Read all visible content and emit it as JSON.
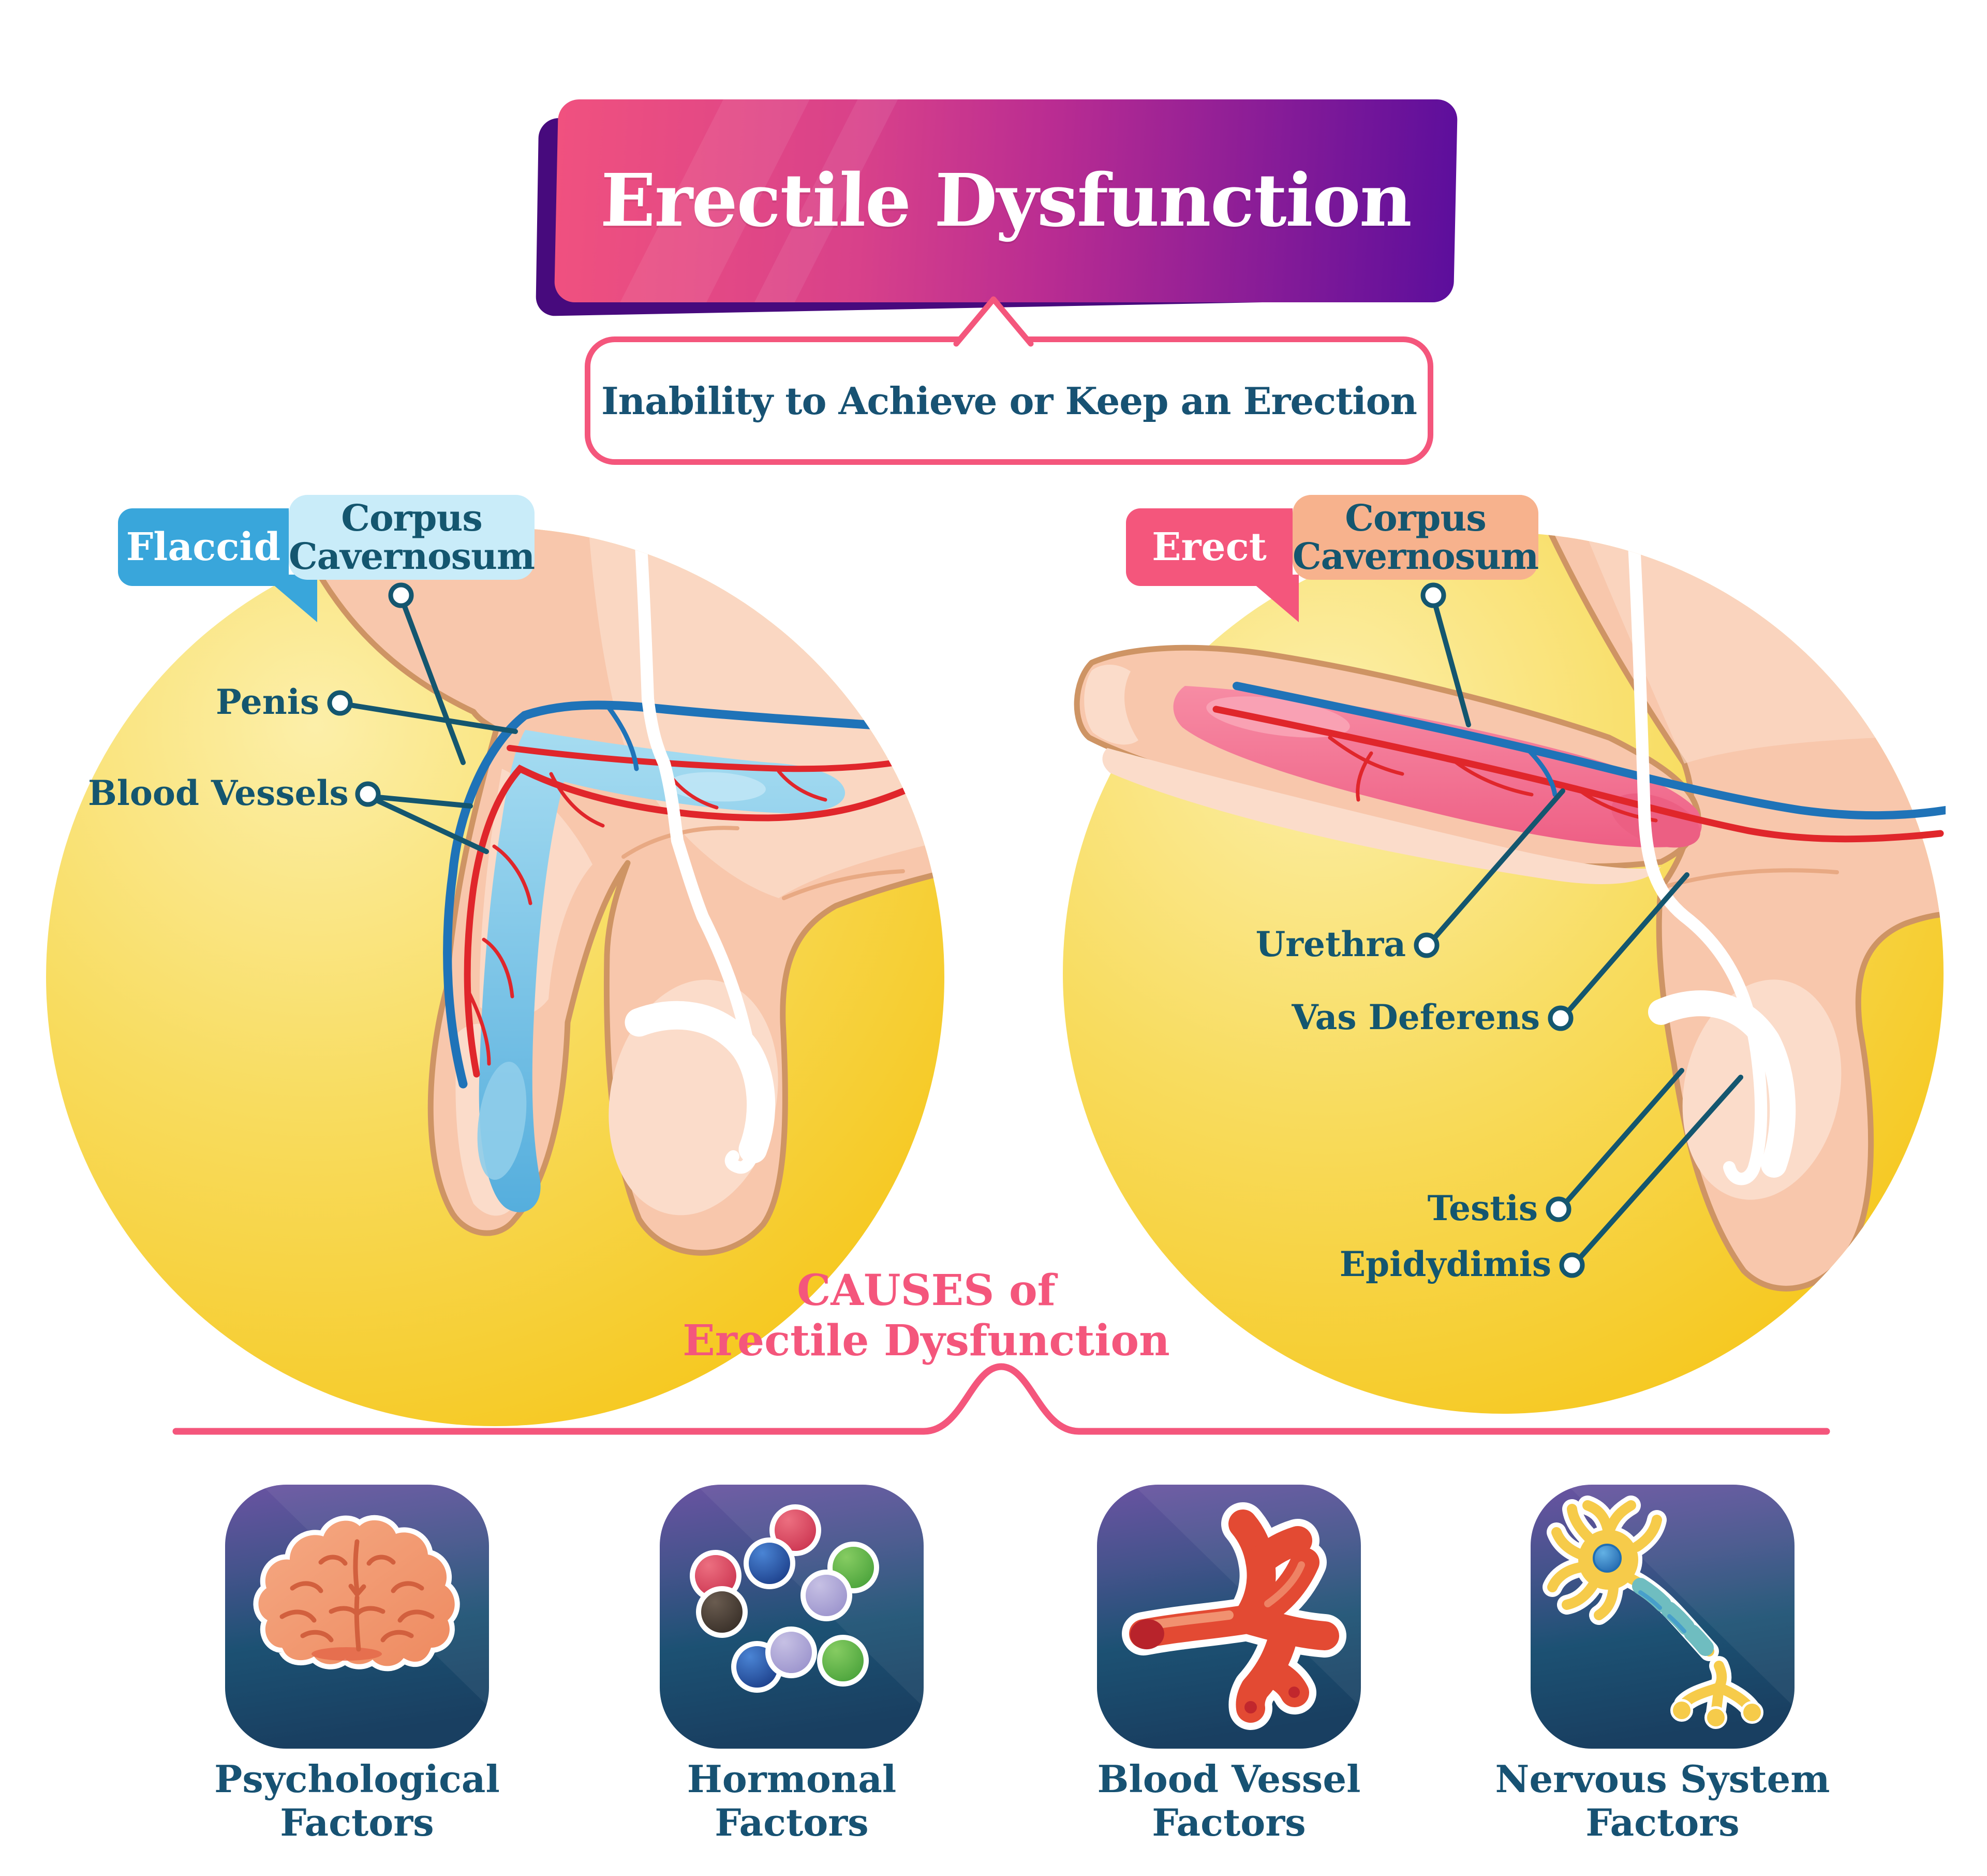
{
  "title": "Erectile Dysfunction",
  "subtitle": "Inability to Achieve or Keep an Erection",
  "left_diagram": {
    "state": "Flaccid",
    "corpus": "Corpus\nCavernosum",
    "penis": "Penis",
    "blood_vessels": "Blood Vessels"
  },
  "right_diagram": {
    "state": "Erect",
    "corpus": "Corpus\nCavernosum",
    "urethra": "Urethra",
    "vas_deferens": "Vas Deferens",
    "testis": "Testis",
    "epidydimis": "Epidydimis"
  },
  "causes_heading": "CAUSES of\nErectile Dysfunction",
  "factors": [
    {
      "icon": "brain-icon",
      "label": "Psychological\nFactors"
    },
    {
      "icon": "hormones-icon",
      "label": "Hormonal\nFactors"
    },
    {
      "icon": "blood-vessel-icon",
      "label": "Blood Vessel\nFactors"
    },
    {
      "icon": "neuron-icon",
      "label": "Nervous System\nFactors"
    }
  ],
  "colors": {
    "accent_pink": "#f4567c",
    "banner_pink": "#f0517f",
    "banner_purple": "#5c0e9c",
    "teal_text": "#175273",
    "label_text": "#14566f",
    "flaccid_blue": "#39a6db",
    "corpus_tag_blue": "#c9ecf9",
    "corpus_tag_salmon": "#f7b28d",
    "circle_yellow": "#f5c413",
    "skin": "#f8c7ac",
    "skin_light": "#fbdcca",
    "skin_outline": "#ce9464",
    "corpus_flaccid_blue": "#55aedd",
    "corpus_erect_pink": "#ef6287",
    "vessel_red": "#e0262b",
    "vessel_blue": "#1f73b8",
    "icon_navy": "#193f61",
    "icon_purple": "#6a53a2"
  }
}
